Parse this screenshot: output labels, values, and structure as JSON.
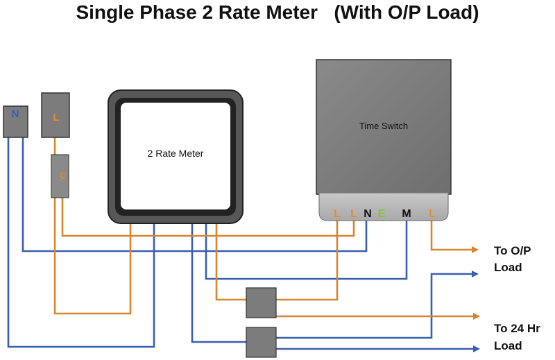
{
  "title": "Single Phase 2 Rate Meter   (With O/P Load)",
  "neutral_block": {
    "label": "N"
  },
  "live_block": {
    "label": "L"
  },
  "fuse": {
    "label": "5A"
  },
  "meter": {
    "label": "2 Rate Meter"
  },
  "time_switch": {
    "label": "Time Switch",
    "terminals": [
      "L",
      "L",
      "N",
      "E",
      "M",
      "L"
    ]
  },
  "outputs": {
    "op_load": [
      "To O/P",
      "Load"
    ],
    "hr24_load": [
      "To 24 Hr",
      "Load"
    ]
  },
  "colors": {
    "live": "#d8852e",
    "neutral": "#3a5fb0",
    "earth": "#7ec832",
    "box_gray": "#7c7c7c",
    "meter_frame": "#575757"
  }
}
